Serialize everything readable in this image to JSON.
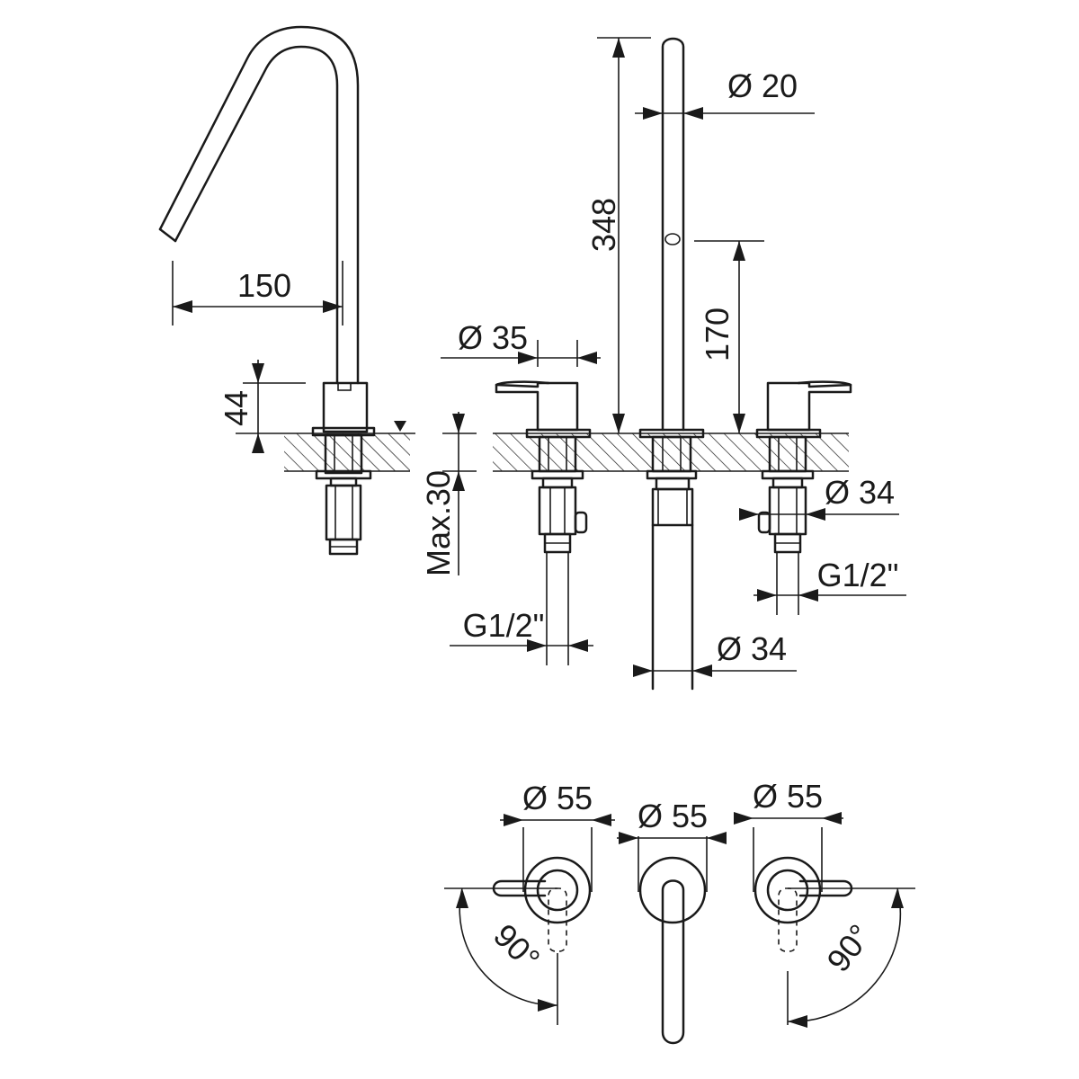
{
  "colors": {
    "line": "#1a1a1a",
    "background": "#ffffff",
    "hatch": "#1a1a1a"
  },
  "dimensions": {
    "spout_reach": "150",
    "base_height": "44",
    "total_height": "348",
    "spout_diameter": "Ø 20",
    "outlet_height": "170",
    "handle_diameter": "Ø 35",
    "max_thickness": "Max.30",
    "left_thread": "G1/2\"",
    "right_thread": "G1/2\"",
    "shank_diameter_right": "Ø 34",
    "shank_diameter_center": "Ø 34",
    "rosette_left": "Ø 55",
    "rosette_center": "Ø 55",
    "rosette_right": "Ø 55",
    "rotation_left": "90°",
    "rotation_right": "90°"
  }
}
